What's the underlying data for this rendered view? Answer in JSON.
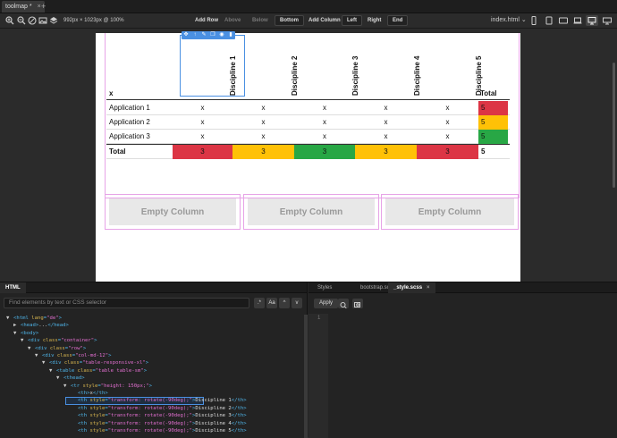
{
  "window_tab": {
    "title": "toolmap *",
    "close": "×",
    "add": "+"
  },
  "toolbar": {
    "viewport_info": "992px × 1023px @ 100%",
    "buttons": [
      {
        "label": "Add Row",
        "state": "normal"
      },
      {
        "label": "Above",
        "state": "disabled"
      },
      {
        "label": "Below",
        "state": "disabled"
      },
      {
        "label": "Bottom",
        "state": "selected"
      },
      {
        "label": "Add Column",
        "state": "normal"
      },
      {
        "label": "Left",
        "state": "selected"
      },
      {
        "label": "Right",
        "state": "normal"
      },
      {
        "label": "End",
        "state": "selected"
      }
    ],
    "file_select": "index.html",
    "icons": [
      "zoom-in-icon",
      "zoom-out-icon",
      "compass-icon",
      "image-icon",
      "layers-icon"
    ],
    "devices": [
      "phone-icon",
      "phone-landscape-icon",
      "tablet-icon",
      "laptop-icon",
      "monitor-icon",
      "wide-monitor-icon"
    ]
  },
  "table": {
    "corner_header": "x",
    "disciplines": [
      "Discipline 1",
      "Discipline 2",
      "Discipline 3",
      "Discipline 4",
      "Discipline 5"
    ],
    "total_header": "Total",
    "rows": [
      {
        "name": "Application 1",
        "cells": [
          "x",
          "x",
          "x",
          "x",
          "x"
        ],
        "total": "5",
        "total_color": "#dc3545"
      },
      {
        "name": "Application 2",
        "cells": [
          "x",
          "x",
          "x",
          "x",
          "x"
        ],
        "total": "5",
        "total_color": "#ffc107"
      },
      {
        "name": "Application 3",
        "cells": [
          "x",
          "x",
          "x",
          "x",
          "x"
        ],
        "total": "5",
        "total_color": "#28a745"
      }
    ],
    "total_row": {
      "label": "Total",
      "values": [
        "3",
        "3",
        "3",
        "3",
        "3"
      ],
      "colors": [
        "#dc3545",
        "#ffc107",
        "#28a745",
        "#ffc107",
        "#dc3545"
      ],
      "grand_total": "5"
    }
  },
  "empty_columns": [
    "Empty Column",
    "Empty Column",
    "Empty Column"
  ],
  "html_panel": {
    "tab": "HTML",
    "search_placeholder": "Find elements by text or CSS selector",
    "search_buttons": [
      ".*",
      "Aa",
      "^",
      "v"
    ],
    "tree": [
      {
        "indent": 0,
        "tri": "▼",
        "parts": [
          [
            "tag",
            "<html "
          ],
          [
            "attr",
            "lang"
          ],
          [
            "tag",
            "="
          ],
          [
            "val",
            "\"de\""
          ],
          [
            "tag",
            ">"
          ]
        ]
      },
      {
        "indent": 1,
        "tri": "▶",
        "parts": [
          [
            "tag",
            "<head>"
          ],
          [
            "txt",
            "..."
          ],
          [
            "tag",
            "</head>"
          ]
        ]
      },
      {
        "indent": 1,
        "tri": "▼",
        "parts": [
          [
            "tag",
            "<body>"
          ]
        ]
      },
      {
        "indent": 2,
        "tri": "▼",
        "parts": [
          [
            "tag",
            "<div "
          ],
          [
            "attr",
            "class"
          ],
          [
            "tag",
            "="
          ],
          [
            "val",
            "\"container\""
          ],
          [
            "tag",
            ">"
          ]
        ]
      },
      {
        "indent": 3,
        "tri": "▼",
        "parts": [
          [
            "tag",
            "<div "
          ],
          [
            "attr",
            "class"
          ],
          [
            "tag",
            "="
          ],
          [
            "val",
            "\"row\""
          ],
          [
            "tag",
            ">"
          ]
        ]
      },
      {
        "indent": 4,
        "tri": "▼",
        "parts": [
          [
            "tag",
            "<div "
          ],
          [
            "attr",
            "class"
          ],
          [
            "tag",
            "="
          ],
          [
            "val",
            "\"col-md-12\""
          ],
          [
            "tag",
            ">"
          ]
        ]
      },
      {
        "indent": 5,
        "tri": "▼",
        "parts": [
          [
            "tag",
            "<div "
          ],
          [
            "attr",
            "class"
          ],
          [
            "tag",
            "="
          ],
          [
            "val",
            "\"table-responsive-xl\""
          ],
          [
            "tag",
            ">"
          ]
        ]
      },
      {
        "indent": 6,
        "tri": "▼",
        "parts": [
          [
            "tag",
            "<table "
          ],
          [
            "attr",
            "class"
          ],
          [
            "tag",
            "="
          ],
          [
            "val",
            "\"table table-sm\""
          ],
          [
            "tag",
            ">"
          ]
        ]
      },
      {
        "indent": 7,
        "tri": "▼",
        "parts": [
          [
            "tag",
            "<thead>"
          ]
        ]
      },
      {
        "indent": 8,
        "tri": "▼",
        "parts": [
          [
            "tag",
            "<tr "
          ],
          [
            "attr",
            "style"
          ],
          [
            "tag",
            "="
          ],
          [
            "val",
            "\"height: 150px;\""
          ],
          [
            "tag",
            ">"
          ]
        ]
      },
      {
        "indent": 9,
        "tri": "",
        "parts": [
          [
            "tag",
            "<th>"
          ],
          [
            "txt",
            "x"
          ],
          [
            "tag",
            "</th>"
          ]
        ]
      },
      {
        "indent": 9,
        "tri": "",
        "parts": [
          [
            "tag",
            "<th "
          ],
          [
            "attr",
            "style"
          ],
          [
            "tag",
            "="
          ],
          [
            "val",
            "\"transform: rotate(-90deg);\""
          ],
          [
            "tag",
            ">"
          ],
          [
            "txt",
            "Discipline 1"
          ],
          [
            "tag",
            "</th>"
          ]
        ],
        "highlight": true
      },
      {
        "indent": 9,
        "tri": "",
        "parts": [
          [
            "tag",
            "<th "
          ],
          [
            "attr",
            "style"
          ],
          [
            "tag",
            "="
          ],
          [
            "val",
            "\"transform: rotate(-90deg);\""
          ],
          [
            "tag",
            ">"
          ],
          [
            "txt",
            "Discipline 2"
          ],
          [
            "tag",
            "</th>"
          ]
        ]
      },
      {
        "indent": 9,
        "tri": "",
        "parts": [
          [
            "tag",
            "<th "
          ],
          [
            "attr",
            "style"
          ],
          [
            "tag",
            "="
          ],
          [
            "val",
            "\"transform: rotate(-90deg);\""
          ],
          [
            "tag",
            ">"
          ],
          [
            "txt",
            "Discipline 3"
          ],
          [
            "tag",
            "</th>"
          ]
        ]
      },
      {
        "indent": 9,
        "tri": "",
        "parts": [
          [
            "tag",
            "<th "
          ],
          [
            "attr",
            "style"
          ],
          [
            "tag",
            "="
          ],
          [
            "val",
            "\"transform: rotate(-90deg);\""
          ],
          [
            "tag",
            ">"
          ],
          [
            "txt",
            "Discipline 4"
          ],
          [
            "tag",
            "</th>"
          ]
        ]
      },
      {
        "indent": 9,
        "tri": "",
        "parts": [
          [
            "tag",
            "<th "
          ],
          [
            "attr",
            "style"
          ],
          [
            "tag",
            "="
          ],
          [
            "val",
            "\"transform: rotate(-90deg);\""
          ],
          [
            "tag",
            ">"
          ],
          [
            "txt",
            "Discipline 5"
          ],
          [
            "tag",
            "</th>"
          ]
        ]
      }
    ]
  },
  "style_panel": {
    "tabs": [
      {
        "label": "Styles",
        "closable": false,
        "active": false
      },
      {
        "label": "bootstrap.scss",
        "closable": true,
        "active": false
      },
      {
        "label": "_style.scss",
        "closable": true,
        "active": true
      }
    ],
    "apply_label": "Apply",
    "line_number": "1"
  }
}
